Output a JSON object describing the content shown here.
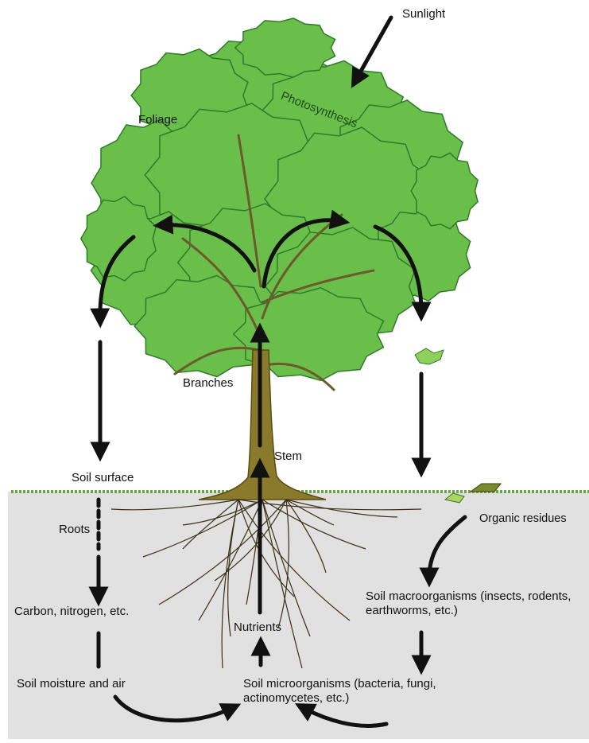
{
  "labels": {
    "sunlight": "Sunlight",
    "photosynthesis": "Photosynthesis",
    "foliage": "Foliage",
    "branches": "Branches",
    "stem": "Stem",
    "soil_surface": "Soil surface",
    "roots": "Roots",
    "organic_residues": "Organic residues",
    "soil_macroorganisms": "Soil macroorganisms (insects, rodents, earthworms, etc.)",
    "carbon_nitrogen": "Carbon, nitrogen, etc.",
    "nutrients": "Nutrients",
    "soil_moisture_air": "Soil moisture and air",
    "soil_microorganisms": "Soil microorganisms (bacteria, fungi, actinomycetes, etc.)"
  },
  "colors": {
    "foliage": "#6abf4b",
    "foliage_dark": "#2f7a2a",
    "trunk": "#8a7a2c",
    "trunk_dark": "#5a4c14",
    "soil": "#e1e1e1",
    "grass": "#6aa34a",
    "arrow": "#111111"
  }
}
